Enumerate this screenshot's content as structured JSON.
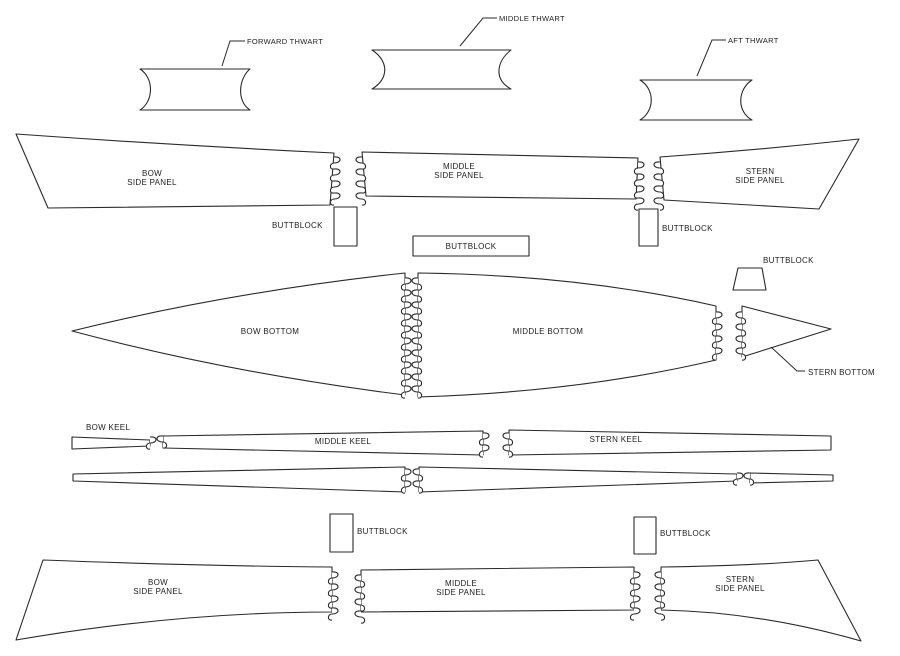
{
  "labels": {
    "forward_thwart": "FORWARD THWART",
    "middle_thwart": "MIDDLE THWART",
    "aft_thwart": "AFT THWART",
    "bow_side_panel_top_1": "BOW",
    "bow_side_panel_top_2": "SIDE PANEL",
    "middle_side_panel_top_1": "MIDDLE",
    "middle_side_panel_top_2": "SIDE PANEL",
    "stern_side_panel_top_1": "STERN",
    "stern_side_panel_top_2": "SIDE PANEL",
    "buttblock_1": "BUTTBLOCK",
    "buttblock_2": "BUTTBLOCK",
    "buttblock_3": "BUTTBLOCK",
    "buttblock_4": "BUTTBLOCK",
    "buttblock_5": "BUTTBLOCK",
    "buttblock_6": "BUTTBLOCK",
    "bow_bottom": "BOW BOTTOM",
    "middle_bottom": "MIDDLE BOTTOM",
    "stern_bottom": "STERN BOTTOM",
    "bow_keel": "BOW KEEL",
    "middle_keel": "MIDDLE KEEL",
    "stern_keel": "STERN KEEL",
    "bow_side_panel_bottom_1": "BOW",
    "bow_side_panel_bottom_2": "SIDE PANEL",
    "middle_side_panel_bottom_1": "MIDDLE",
    "middle_side_panel_bottom_2": "SIDE PANEL",
    "stern_side_panel_bottom_1": "STERN",
    "stern_side_panel_bottom_2": "SIDE PANEL"
  }
}
